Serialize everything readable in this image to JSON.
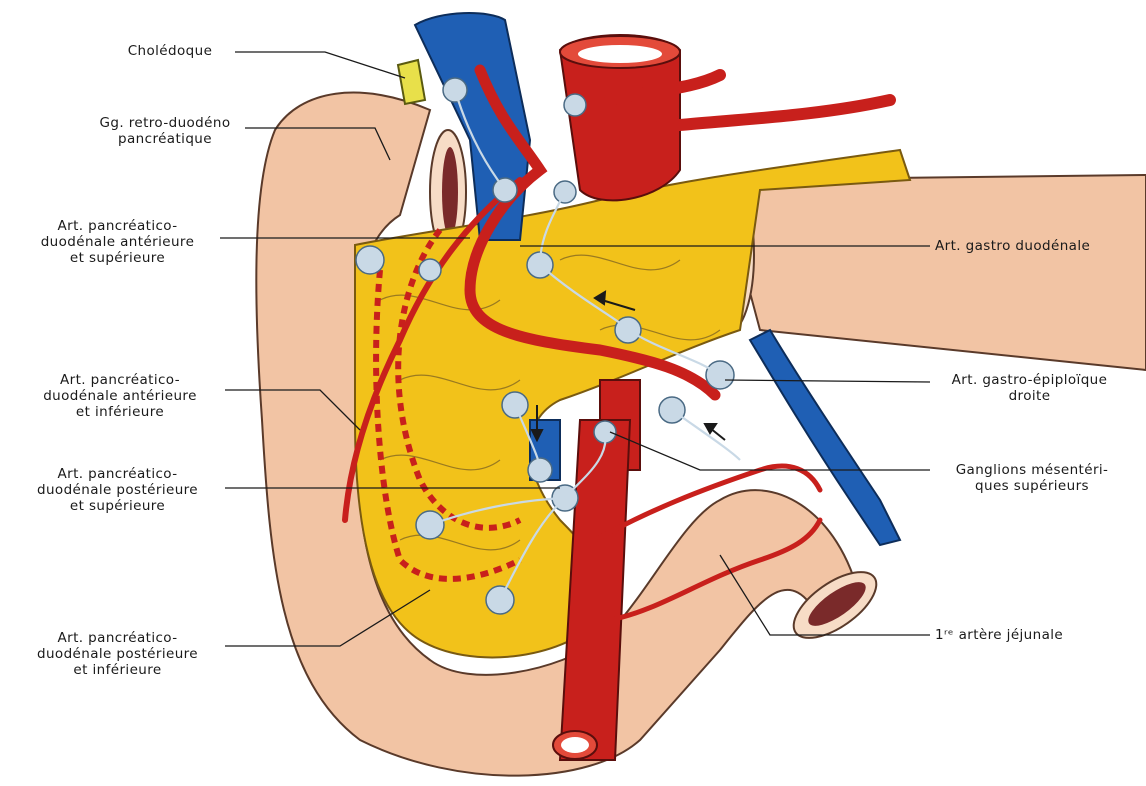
{
  "labels_left": [
    {
      "id": "choledoque",
      "lines": [
        "Cholédoque"
      ]
    },
    {
      "id": "gg-retro",
      "lines": [
        "Gg. retro-duodéno",
        "pancréatique"
      ]
    },
    {
      "id": "art-pd-ant-sup",
      "lines": [
        "Art. pancréatico-",
        "duodénale antérieure",
        "et supérieure"
      ]
    },
    {
      "id": "art-pd-ant-inf",
      "lines": [
        "Art. pancréatico-",
        "duodénale antérieure",
        "et inférieure"
      ]
    },
    {
      "id": "art-pd-post-sup",
      "lines": [
        "Art. pancréatico-",
        "duodénale postérieure",
        "et supérieure"
      ]
    },
    {
      "id": "art-pd-post-inf",
      "lines": [
        "Art. pancréatico-",
        "duodénale postérieure",
        "et inférieure"
      ]
    }
  ],
  "labels_right": [
    {
      "id": "art-gastro-duod",
      "lines": [
        "Art. gastro duodénale"
      ]
    },
    {
      "id": "art-gastro-epi",
      "lines": [
        "Art. gastro-épiploïque",
        "droite"
      ]
    },
    {
      "id": "ganglions-mes",
      "lines": [
        "Ganglions mésentéri-",
        "ques supérieurs"
      ]
    },
    {
      "id": "art-jejunale",
      "lines": [
        "1ʳᵉ artère jéjunale"
      ]
    }
  ],
  "colors": {
    "artery": "#c8201c",
    "vein": "#1f5fb4",
    "pancreas": "#f2c21a",
    "duodenum": "#f2c4a4",
    "node": "#c9d9e6",
    "bile_duct": "#e8e04a"
  }
}
